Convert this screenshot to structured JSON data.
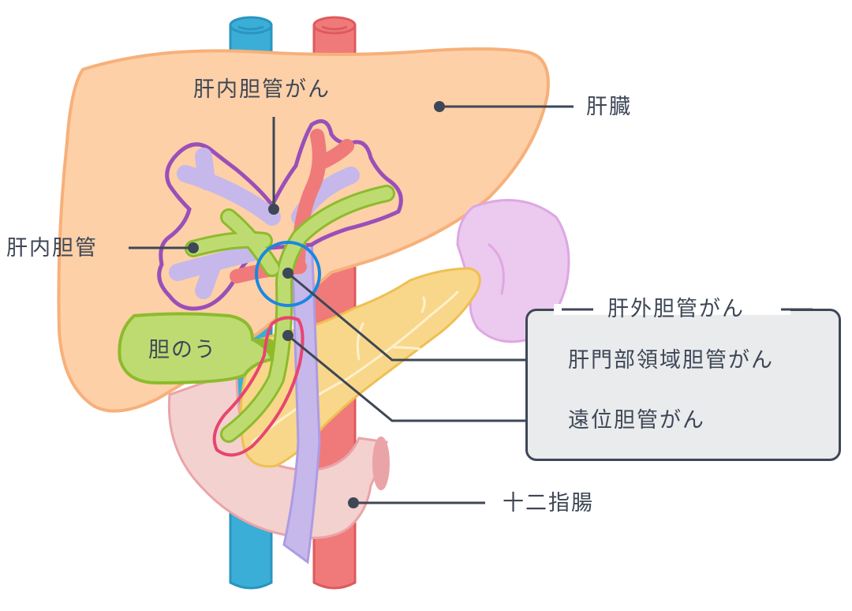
{
  "title": "胆管がんの部位と周辺臓器",
  "labels": {
    "liver": "肝臓",
    "intrahepatic_cancer": "肝内胆管がん",
    "intrahepatic_duct": "肝内胆管",
    "gallbladder": "胆のう",
    "extrahepatic_cancer": "肝外胆管がん",
    "perihilar_cancer": "肝門部領域胆管がん",
    "distal_cancer": "遠位胆管がん",
    "duodenum": "十二指腸"
  },
  "colors": {
    "liver": "#fdd0a8",
    "liver_stroke": "#f7b07a",
    "vein": "#3aaed6",
    "artery": "#f07a7a",
    "portal": "#c6b8ea",
    "bile_duct": "#bedb72",
    "bile_stroke": "#8dbb2c",
    "intrahepatic_outline": "#9b4fb8",
    "perihilar_ring": "#1b87e0",
    "distal_ring": "#e8456e",
    "pancreas": "#f8d78a",
    "pancreas_stroke": "#efbf52",
    "spleen": "#ecc9ee",
    "spleen_stroke": "#dea7e3",
    "duodenum": "#f3d1ce",
    "duodenum_stroke": "#eaa4a8",
    "text": "#3e4756",
    "box_fill": "#eaebed"
  }
}
